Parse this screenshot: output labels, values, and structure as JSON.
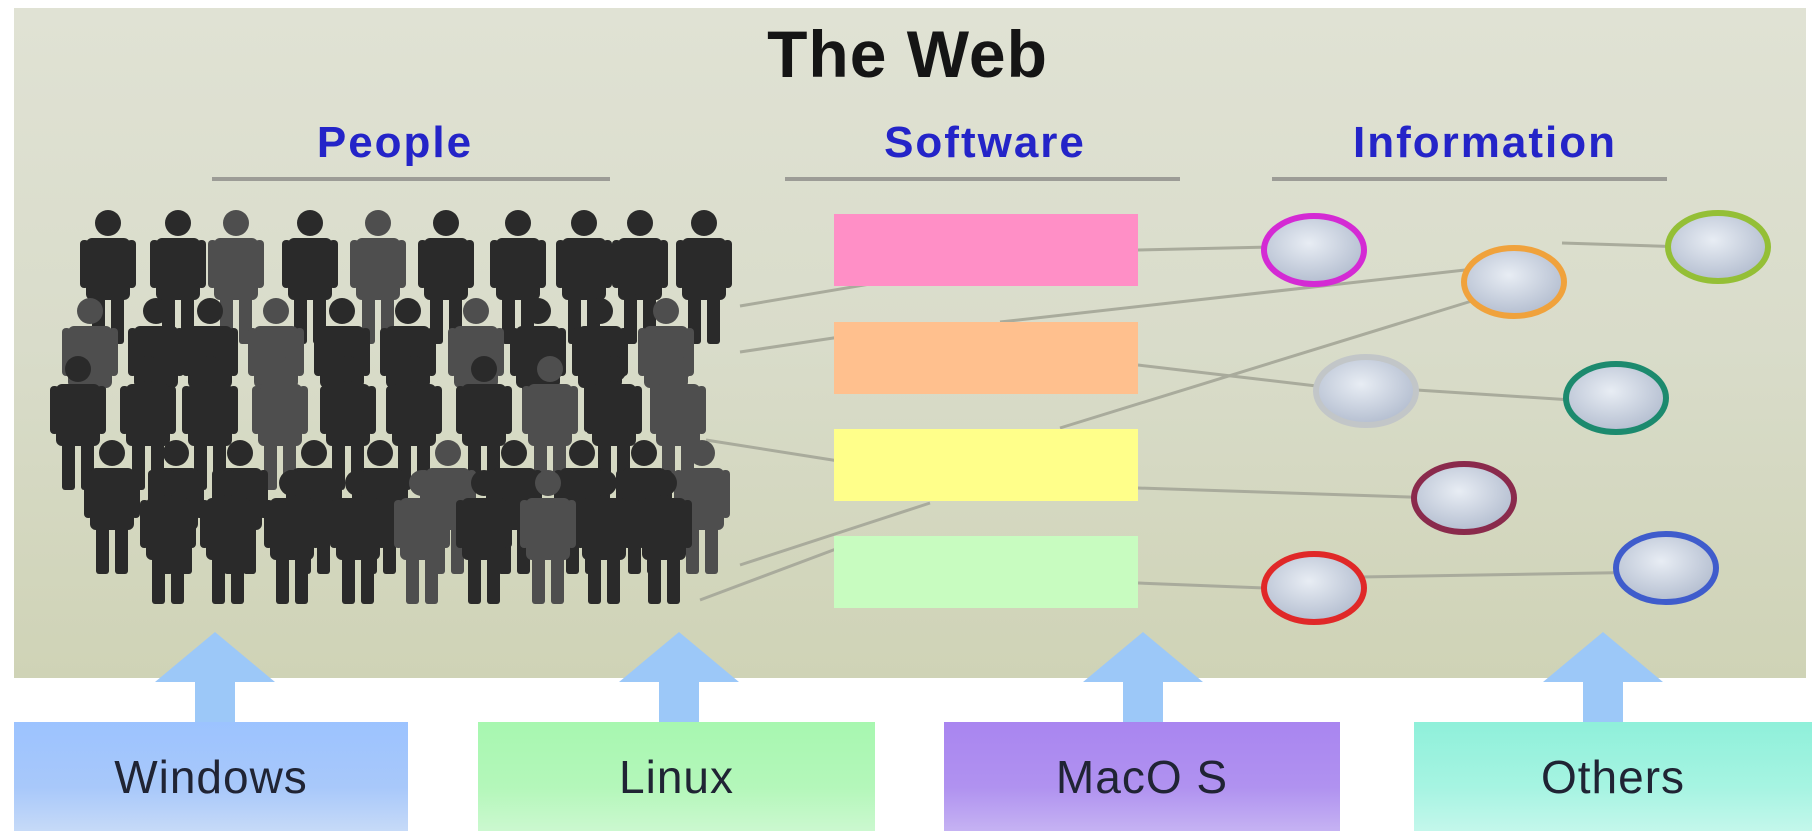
{
  "title": "The Web",
  "sections": {
    "people": "People",
    "software": "Software",
    "information": "Information"
  },
  "software_colors": [
    "#ff8fc6",
    "#ffc08e",
    "#ffff8a",
    "#c8fcc0"
  ],
  "information_ring_colors": [
    "#d42ad4",
    "#f0a23c",
    "#94bf36",
    "#c2c6c8",
    "#1c8a6e",
    "#8a2a4c",
    "#e02828",
    "#3f5ccc"
  ],
  "people_colors": [
    "#2a2a2a",
    "#4e4e4e"
  ],
  "os": [
    {
      "label": "Windows",
      "color": "#a8c8fa"
    },
    {
      "label": "Linux",
      "color": "#b4f7ba"
    },
    {
      "label": "MacO S",
      "color": "#b092f0"
    },
    {
      "label": "Others",
      "color": "#a6f4e2"
    }
  ],
  "arrow_color": "#9cc8f8"
}
